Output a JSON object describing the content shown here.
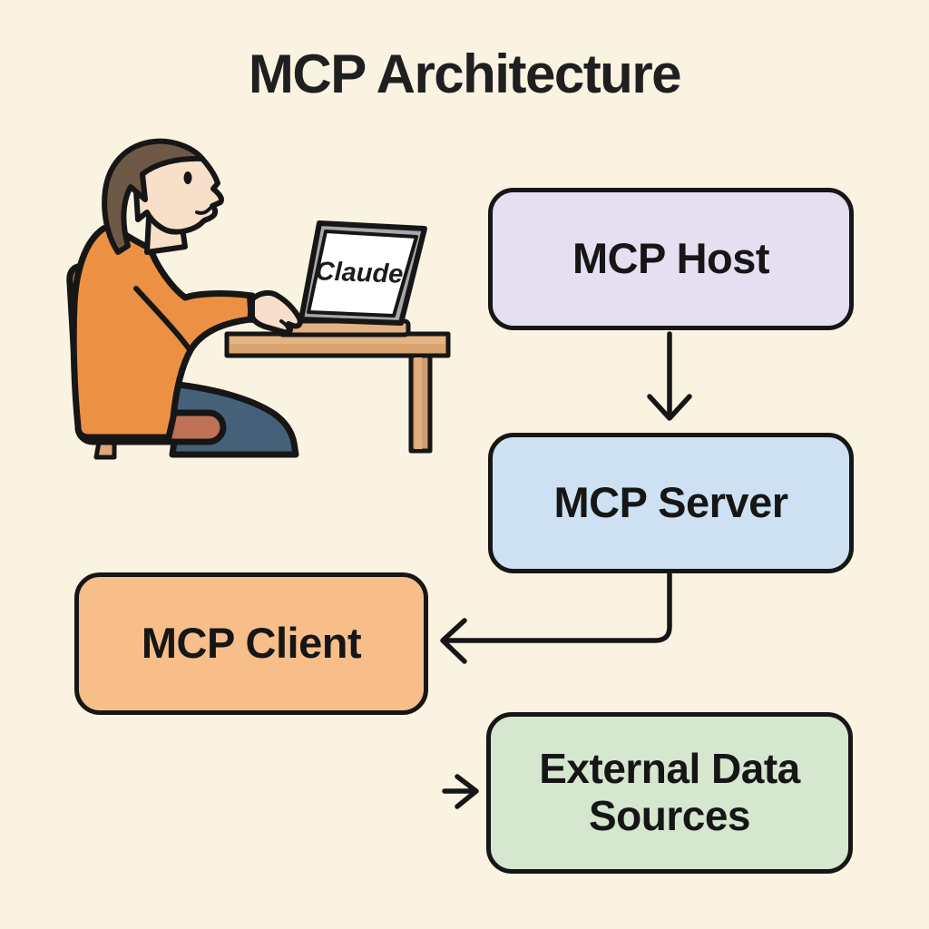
{
  "title": "MCP Architecture",
  "illustration": {
    "laptop_label": "Claude"
  },
  "nodes": [
    {
      "id": "host",
      "label": "MCP Host",
      "fill": "#E6DEF1"
    },
    {
      "id": "server",
      "label": "MCP Server",
      "fill": "#CDE1F2"
    },
    {
      "id": "client",
      "label": "MCP Client",
      "fill": "#F7BE8A"
    },
    {
      "id": "external",
      "label": "External Data Sources",
      "fill": "#D5E7CF"
    }
  ],
  "edges": [
    {
      "from": "MCP Host",
      "to": "MCP Server"
    },
    {
      "from": "MCP Server",
      "to": "MCP Client"
    },
    {
      "from": "",
      "to": "External Data Sources"
    }
  ],
  "colors": {
    "background": "#FAF3E2",
    "outline": "#161616",
    "host_fill": "#E6DEF1",
    "server_fill": "#CDE1F2",
    "client_fill": "#F7BE8A",
    "external_fill": "#D5E7CF",
    "sweater": "#EC9044",
    "jeans": "#45617A",
    "chair": "#BF7156",
    "desk": "#D9A46F",
    "skin": "#F7DFC9",
    "hair": "#6E5947"
  }
}
